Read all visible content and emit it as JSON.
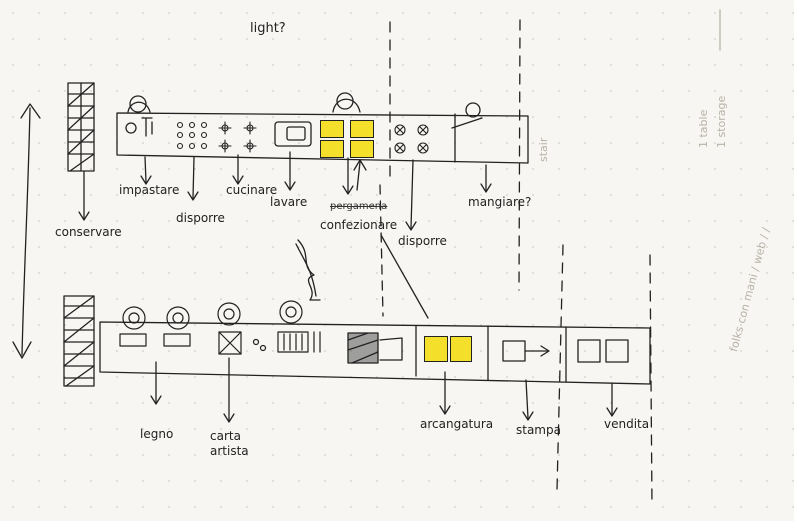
{
  "title_top": "light?",
  "labels": {
    "conservare": "conservare",
    "impastare": "impastare",
    "disporre_1": "disporre",
    "cucinare": "cucinare",
    "lavare": "lavare",
    "struck": "pergamena",
    "confezionare": "confezionare",
    "disporre_2": "disporre",
    "mangiare": "mangiare?",
    "legno": "legno",
    "carta_artista": [
      "carta",
      "artista"
    ],
    "arcangatura": "arcangatura",
    "stampa": "stampa",
    "vendita": "vendita"
  },
  "side_notes": {
    "stair": "stair",
    "table_storage": [
      "1 table",
      "1 storage"
    ],
    "folks": "folks con mani / web / /"
  },
  "colors": {
    "ink": "#222222",
    "highlight": "#f4df2a",
    "faint": "#b8b2a6"
  }
}
